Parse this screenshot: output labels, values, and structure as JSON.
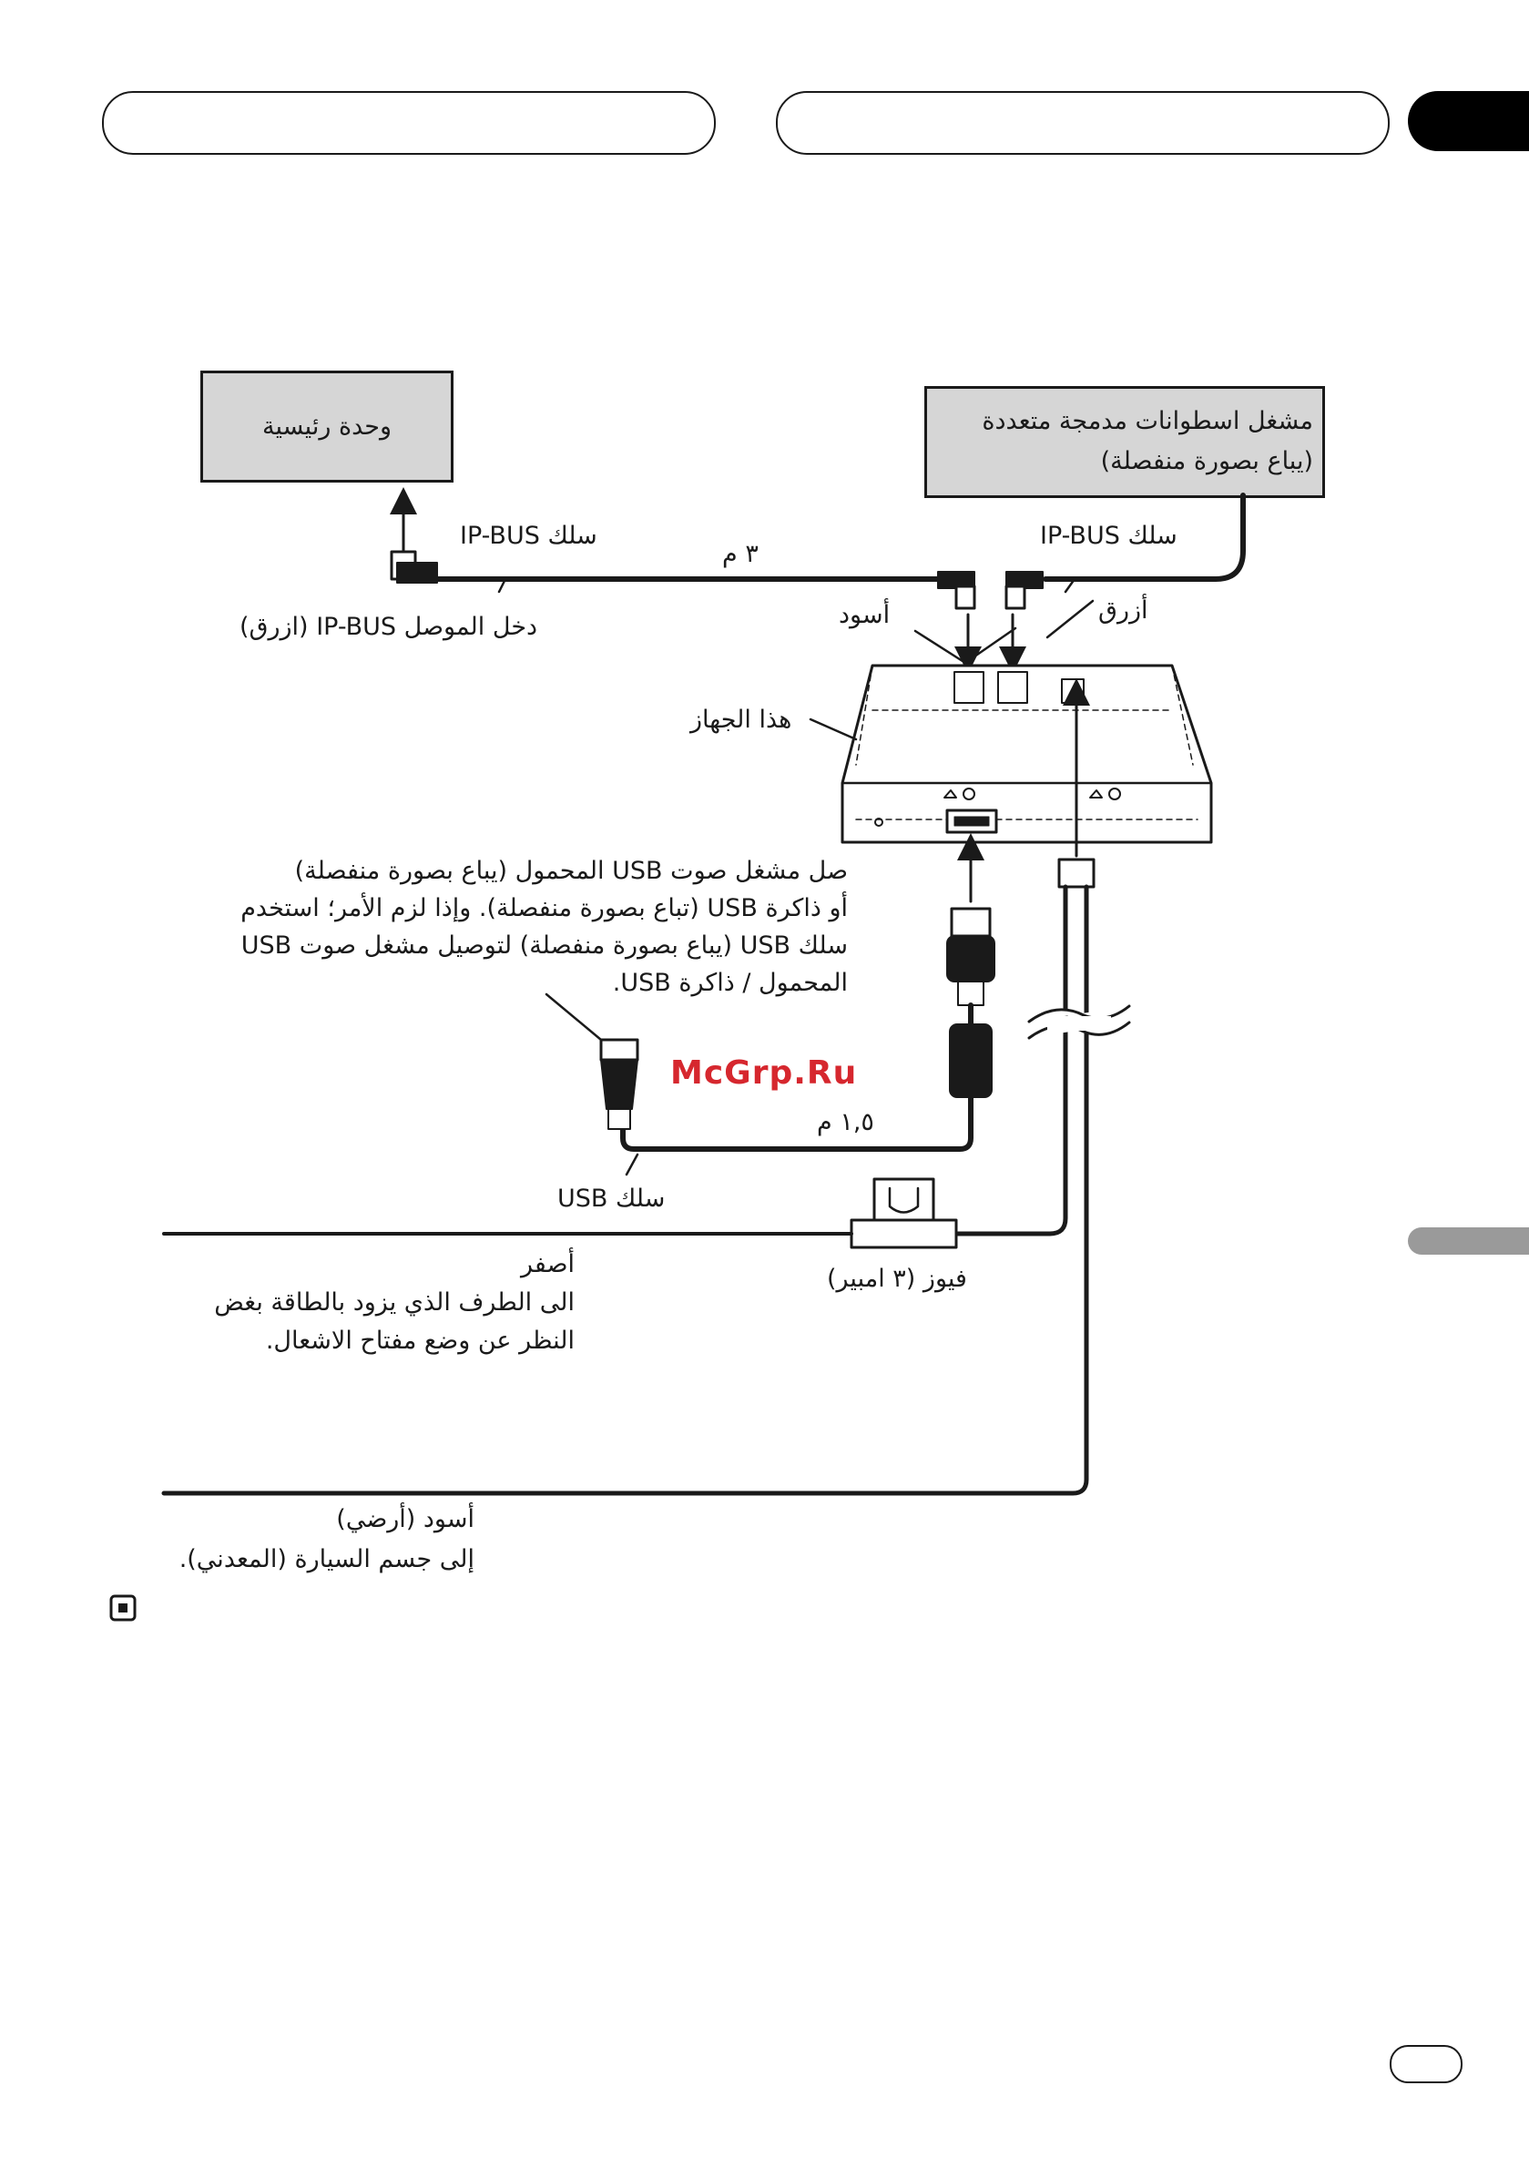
{
  "units": {
    "head_unit": "وحدة رئيسية",
    "multi_cd_line1": "مشغل اسطوانات مدمجة متعددة",
    "multi_cd_line2": "(يباع بصورة منفصلة)"
  },
  "cables": {
    "ipbus_left": "سلك IP-BUS",
    "ipbus_right": "سلك IP-BUS",
    "length_3m": "٣ م",
    "ipbus_input": "دخل الموصل IP-BUS (ازرق)",
    "black": "أسود",
    "blue": "أزرق",
    "this_unit": "هذا الجهاز",
    "usb_cable": "سلك USB",
    "length_15m": "١,٥ م",
    "fuse": "فيوز (٣ امبير)"
  },
  "usb_note": [
    "صل مشغل صوت USB المحمول (يباع بصورة منفصلة)",
    "أو ذاكرة USB (تباع بصورة منفصلة).  وإذا لزم الأمر؛ استخدم",
    "سلك USB (يباع بصورة منفصلة) لتوصيل مشغل صوت USB",
    "المحمول / ذاكرة USB."
  ],
  "yellow_note": [
    "أصفر",
    "الى الطرف الذي يزود بالطاقة بغض",
    "النظر عن وضع مفتاح الاشعال."
  ],
  "ground_note": [
    "أسود (أرضي)",
    "إلى جسم السيارة (المعدني)."
  ],
  "watermark": "McGrp.Ru",
  "colors": {
    "ink": "#1a1a1a",
    "box_fill": "#d6d6d6",
    "watermark": "#d6272e",
    "tab": "#000000"
  }
}
